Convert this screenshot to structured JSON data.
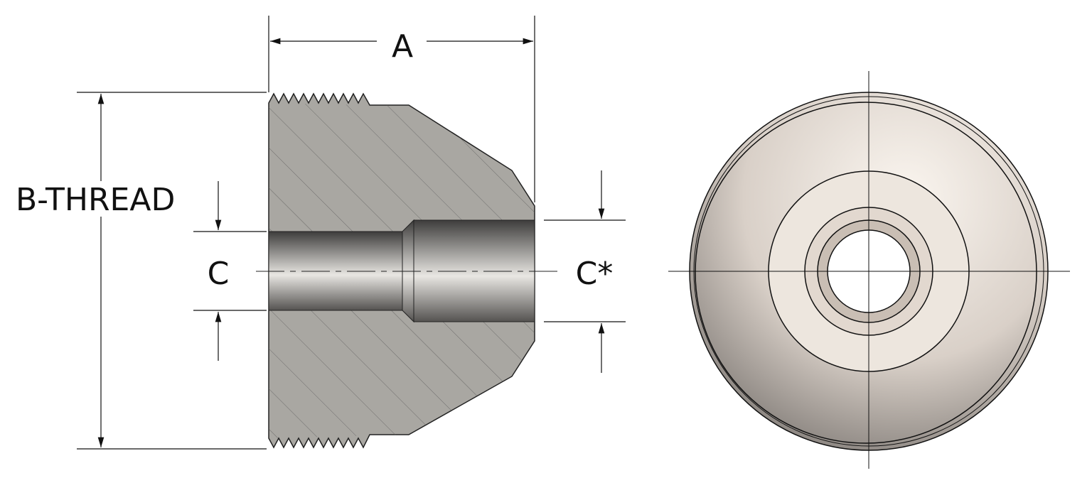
{
  "drawing": {
    "labels": {
      "a": "A",
      "b_thread": "B-THREAD",
      "c": "C",
      "c_star": "C*"
    },
    "colors": {
      "section_fill": "#a9a7a2",
      "line": "#111111",
      "face_light": "#f4ede6",
      "face_dark": "#6e6a66"
    }
  }
}
